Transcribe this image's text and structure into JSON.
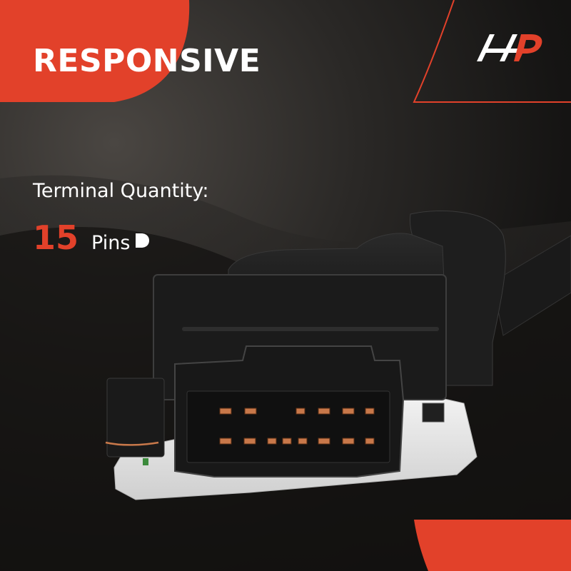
{
  "headline": "RESPONSIVE",
  "spec": {
    "label": "Terminal Quantity:",
    "number": "15",
    "unit": "Pins",
    "unit_icon": "pin-connector-icon"
  },
  "logo_icon": "brand-logo-icon",
  "colors": {
    "accent": "#e2412a",
    "text": "#ffffff",
    "background": "#1a1918",
    "connector_pin": "#c8784a",
    "housing": "#1c1c1c"
  }
}
